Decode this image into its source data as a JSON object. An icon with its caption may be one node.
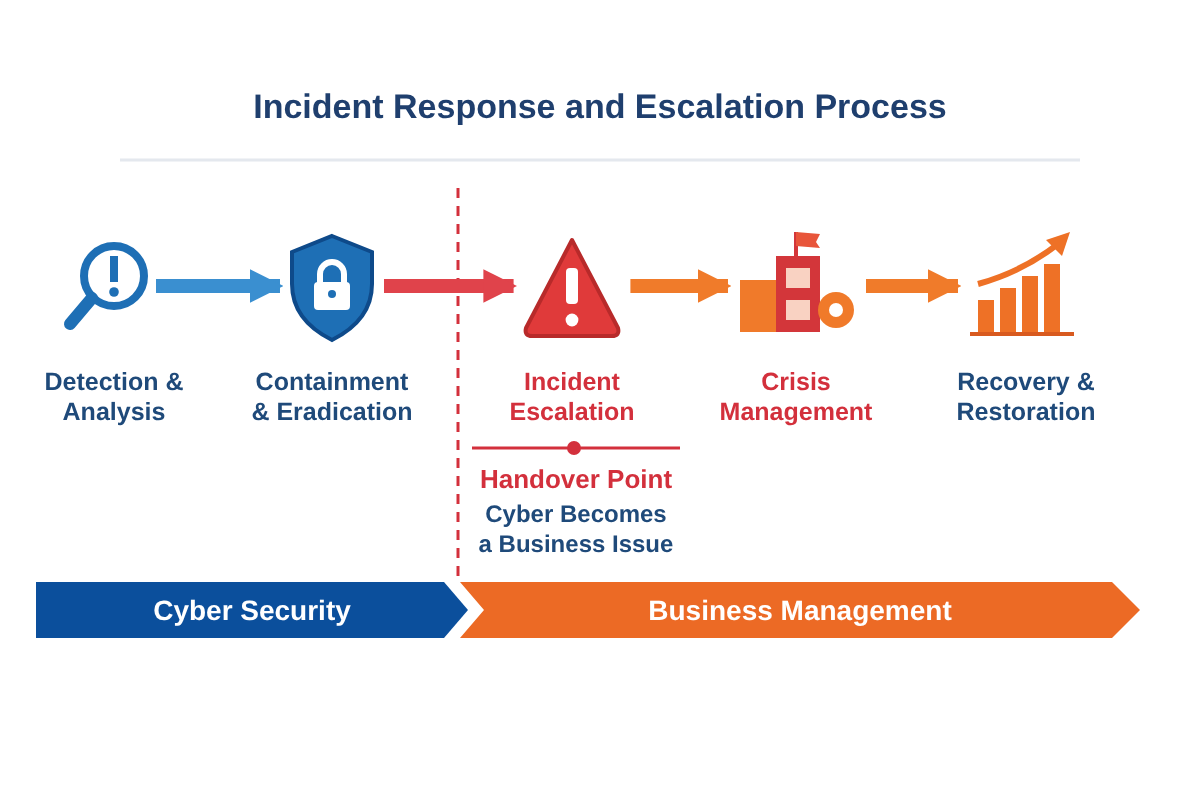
{
  "diagram": {
    "title": "Incident Response and Escalation Process",
    "nodes": [
      {
        "text": [
          "Detection & Analysis"
        ]
      },
      {
        "text": [
          "Containment & Eradication"
        ]
      },
      {
        "text": [
          "Incident Escalation"
        ]
      },
      {
        "text": [
          "Crisis Management"
        ]
      },
      {
        "text": [
          "Recovery & Restoration"
        ]
      },
      {
        "text": [
          "Cyber Security"
        ]
      },
      {
        "text": [
          "Business Management"
        ]
      }
    ],
    "edges": [
      {
        "from": 0,
        "to": 1,
        "arrow": "to",
        "color": "#3a8fd0"
      },
      {
        "from": 1,
        "to": 2,
        "arrow": "to",
        "color": "#e0434b"
      },
      {
        "from": 2,
        "to": 3,
        "arrow": "to"
      },
      {
        "from": 3,
        "to": 4,
        "arrow": "to"
      }
    ],
    "labels": [
      "Handover Point",
      "Cyber Becomes a Business Issue"
    ]
  }
}
